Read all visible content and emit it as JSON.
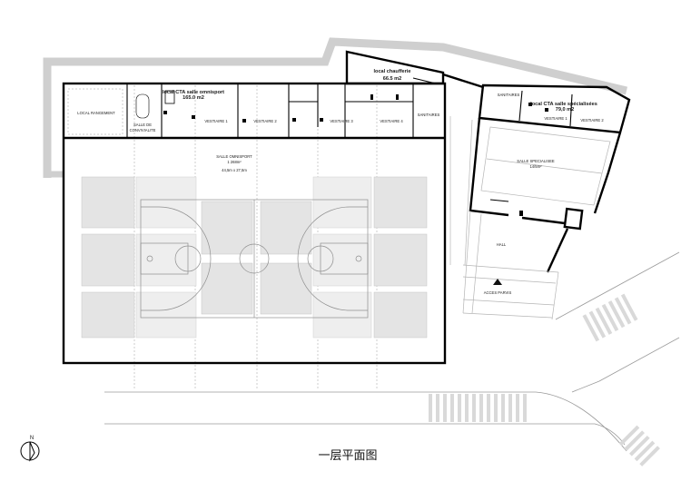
{
  "drawing": {
    "title": "一层平面图",
    "north_label": "N",
    "north_icon": "north-arrow-icon"
  },
  "main_building": {
    "local_rangement": "LOCAL RANGEMENT",
    "convivialite": {
      "line1": "SALLE DE",
      "line2": "CONVIVIALITE"
    },
    "cta_omnisport": {
      "name": "local CTA salle omnisport",
      "area": "165.0 m2"
    },
    "vestiaires": [
      "VESTIAIRE 1",
      "VESTIAIRE 2",
      "VESTIAIRE 3",
      "VESTIAIRE 4"
    ],
    "sanitaires": "SANITAIRES",
    "chaufferie": {
      "name": "local chaufferie",
      "area": "66.5 m2"
    },
    "salle_omnisport": {
      "name": "SALLE OMNISPORT",
      "area": "1 268m²",
      "dimensions": "44,5m x 27,5m"
    }
  },
  "annex": {
    "sanitaires": "SANITAIRES",
    "cta_specialisees": {
      "name": "local CTA salle spécialisées",
      "area": "79,0 m2"
    },
    "vestiaires": [
      "VESTIAIRE 1",
      "VESTIAIRE 2"
    ],
    "salle_specialisee": {
      "name": "SALLE SPECIALISEE",
      "area": "14/5m²"
    },
    "hall": "HALL",
    "acces_parvis": "ACCES PARVIS"
  },
  "colors": {
    "walls": "#000000",
    "boundary_wall": "#cfcfcf",
    "courts": "#e4e4e4",
    "roads": "#9a9a9a"
  }
}
